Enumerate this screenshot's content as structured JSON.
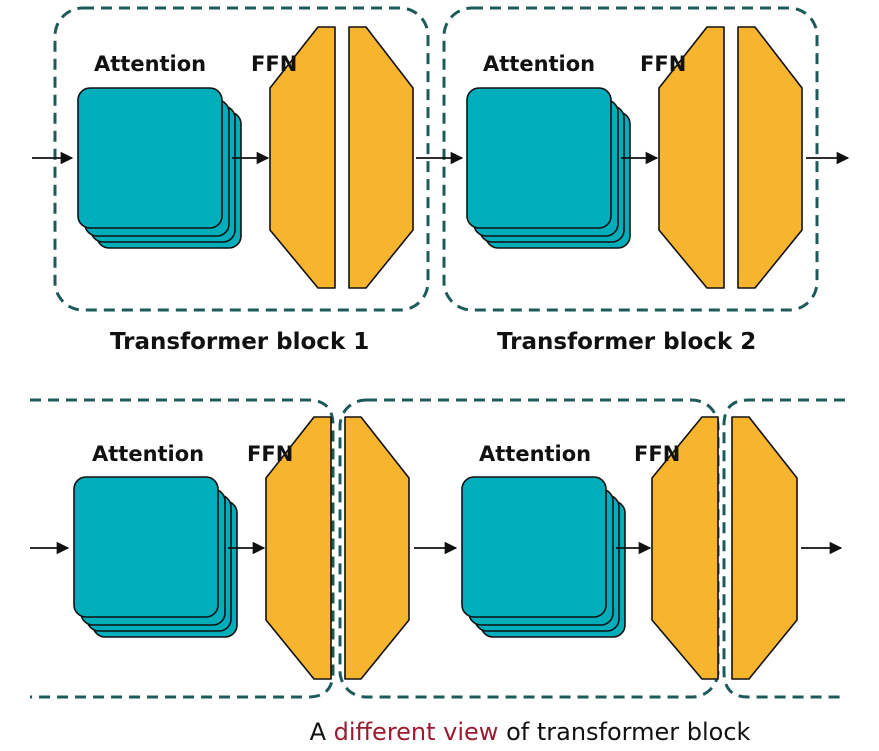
{
  "labels": {
    "attention": "Attention",
    "ffn": "FFN",
    "block1": "Transformer block 1",
    "block2": "Transformer block 2"
  },
  "caption": {
    "prefix": "A ",
    "highlight": "different view",
    "suffix": " of transformer block"
  },
  "colors": {
    "attention_fill": "#00aebb",
    "ffn_fill": "#f6b42f",
    "dashed_border": "#1d5a5a",
    "highlight_text": "#9b1b30",
    "arrow": "#111111"
  }
}
